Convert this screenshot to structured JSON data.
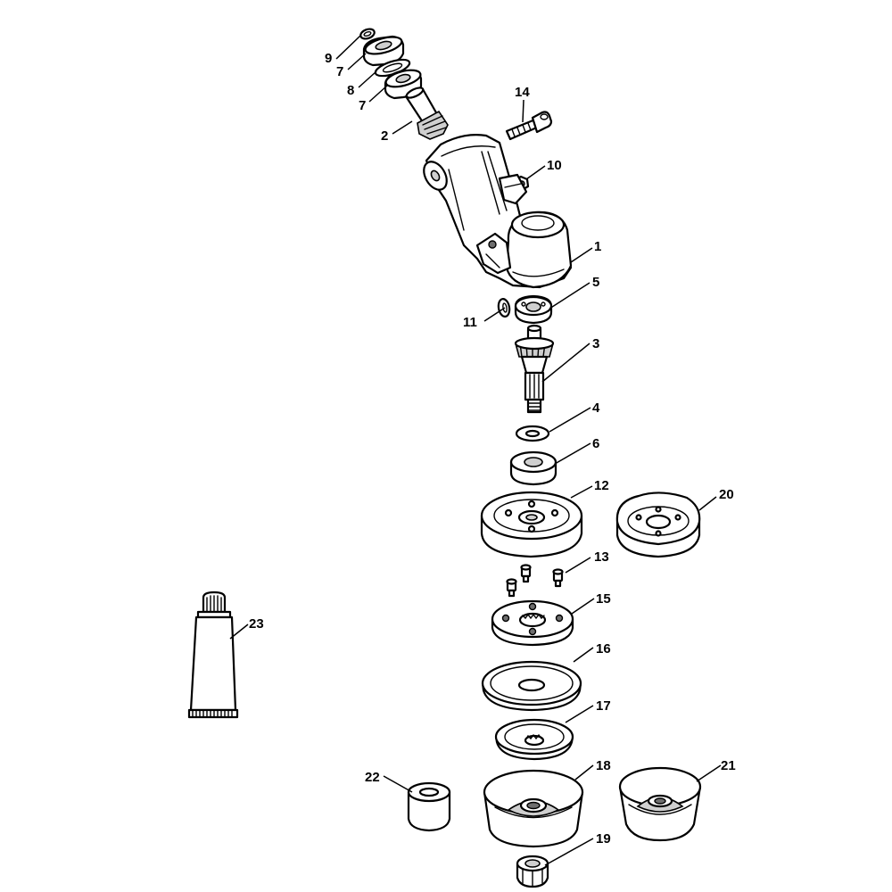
{
  "diagram": {
    "callouts": [
      {
        "id": "c9",
        "text": "9"
      },
      {
        "id": "c7a",
        "text": "7"
      },
      {
        "id": "c8",
        "text": "8"
      },
      {
        "id": "c7b",
        "text": "7"
      },
      {
        "id": "c2",
        "text": "2"
      },
      {
        "id": "c14",
        "text": "14"
      },
      {
        "id": "c10",
        "text": "10"
      },
      {
        "id": "c1",
        "text": "1"
      },
      {
        "id": "c5",
        "text": "5"
      },
      {
        "id": "c11",
        "text": "11"
      },
      {
        "id": "c3",
        "text": "3"
      },
      {
        "id": "c4",
        "text": "4"
      },
      {
        "id": "c6",
        "text": "6"
      },
      {
        "id": "c12",
        "text": "12"
      },
      {
        "id": "c20",
        "text": "20"
      },
      {
        "id": "c13",
        "text": "13"
      },
      {
        "id": "c15",
        "text": "15"
      },
      {
        "id": "c23",
        "text": "23"
      },
      {
        "id": "c16",
        "text": "16"
      },
      {
        "id": "c17",
        "text": "17"
      },
      {
        "id": "c22",
        "text": "22"
      },
      {
        "id": "c18",
        "text": "18"
      },
      {
        "id": "c21",
        "text": "21"
      },
      {
        "id": "c19",
        "text": "19"
      }
    ]
  }
}
